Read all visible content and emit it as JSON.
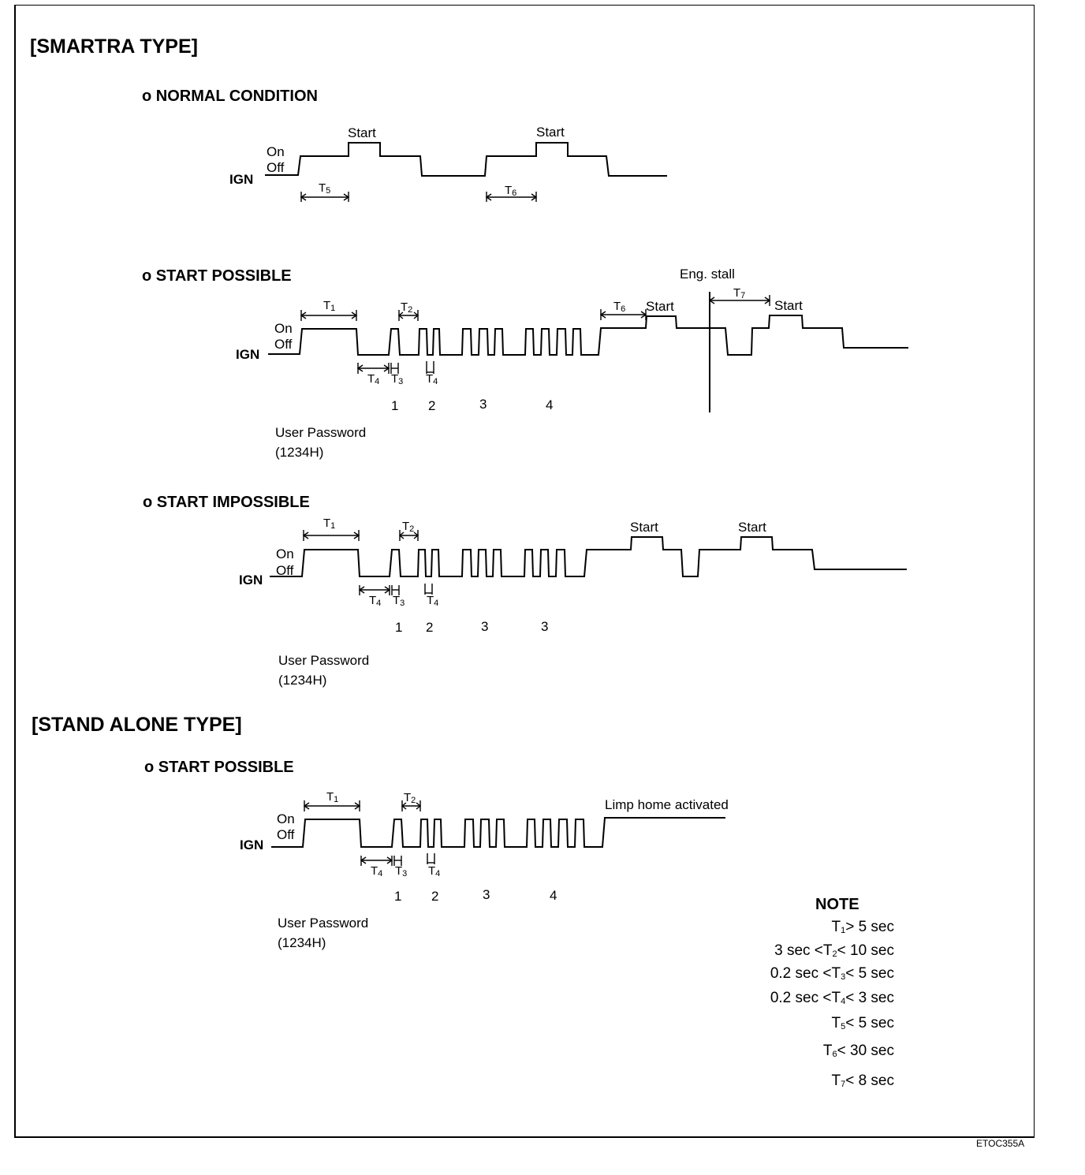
{
  "sections": {
    "smartra": "[SMARTRA TYPE]",
    "standalone": "[STAND ALONE TYPE]"
  },
  "diagrams": {
    "normal": {
      "title": "o NORMAL CONDITION",
      "on": "On",
      "off": "Off",
      "ign": "IGN",
      "start1": "Start",
      "start2": "Start",
      "t5": "T",
      "t5s": "5",
      "t6": "T",
      "t6s": "6"
    },
    "possible": {
      "title": "o START POSSIBLE",
      "on": "On",
      "off": "Off",
      "ign": "IGN",
      "t1": "T",
      "t1s": "1",
      "t2": "T",
      "t2s": "2",
      "t3": "T",
      "t3s": "3",
      "t4a": "T",
      "t4as": "4",
      "t4b": "T",
      "t4bs": "4",
      "t6": "T",
      "t6s": "6",
      "t7": "T",
      "t7s": "7",
      "start1": "Start",
      "start2": "Start",
      "stall": "Eng. stall",
      "d1": "1",
      "d2": "2",
      "d3": "3",
      "d4": "4",
      "pw1": "User Password",
      "pw2": "(1234H)"
    },
    "impossible": {
      "title": "o START IMPOSSIBLE",
      "on": "On",
      "off": "Off",
      "ign": "IGN",
      "t1": "T",
      "t1s": "1",
      "t2": "T",
      "t2s": "2",
      "t3": "T",
      "t3s": "3",
      "t4a": "T",
      "t4as": "4",
      "t4b": "T",
      "t4bs": "4",
      "start1": "Start",
      "start2": "Start",
      "d1": "1",
      "d2": "2",
      "d3": "3",
      "d4": "3",
      "pw1": "User Password",
      "pw2": "(1234H)"
    },
    "standalone": {
      "title": "o START POSSIBLE",
      "on": "On",
      "off": "Off",
      "ign": "IGN",
      "t1": "T",
      "t1s": "1",
      "t2": "T",
      "t2s": "2",
      "t3": "T",
      "t3s": "3",
      "t4a": "T",
      "t4as": "4",
      "t4b": "T",
      "t4bs": "4",
      "limp": "Limp home activated",
      "d1": "1",
      "d2": "2",
      "d3": "3",
      "d4": "4",
      "pw1": "User Password",
      "pw2": "(1234H)"
    }
  },
  "note": {
    "title": "NOTE",
    "rows": [
      {
        "pre": "",
        "t": "T",
        "s": "1",
        "post": "> 5 sec"
      },
      {
        "pre": "3 sec  <",
        "t": "T",
        "s": "2",
        "post": "< 10 sec"
      },
      {
        "pre": "0.2 sec  <",
        "t": "T",
        "s": "3",
        "post": "< 5 sec"
      },
      {
        "pre": "0.2 sec  <",
        "t": "T",
        "s": "4",
        "post": "< 3 sec"
      },
      {
        "pre": "",
        "t": "T",
        "s": "5",
        "post": "< 5 sec"
      },
      {
        "pre": "",
        "t": "T",
        "s": "6",
        "post": "< 30 sec"
      },
      {
        "pre": "",
        "t": "T",
        "s": "7",
        "post": "< 8 sec"
      }
    ]
  },
  "figure_code": "ETOC355A"
}
